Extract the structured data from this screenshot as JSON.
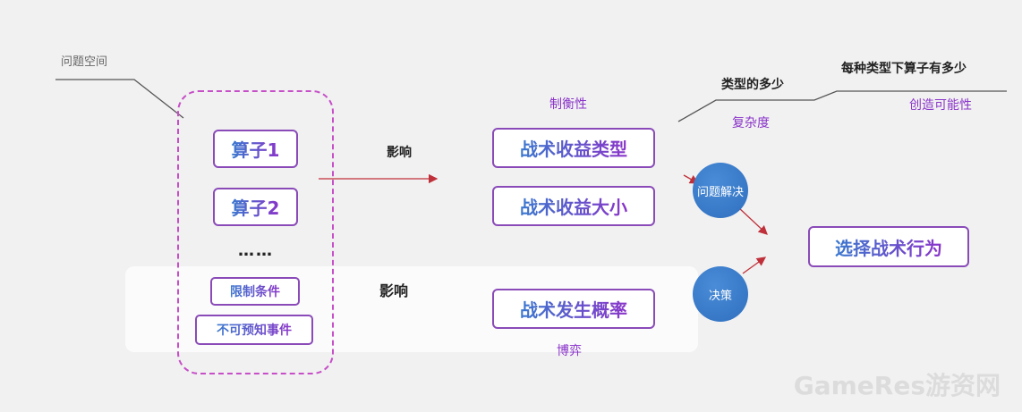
{
  "labels": {
    "problem_space": "问题空间",
    "influence_1": "影响",
    "influence_2": "影响",
    "balance": "制衡性",
    "game_theory": "博弈",
    "type_count": "类型的多少",
    "complexity": "复杂度",
    "operators_per_type": "每种类型下算子有多少",
    "possibility": "创造可能性"
  },
  "group": {
    "operator_1": "算子1",
    "operator_2": "算子2",
    "ellipsis": "……",
    "constraints": "限制条件",
    "unpredictable_events": "不可预知事件"
  },
  "tactics": {
    "gain_type": "战术收益类型",
    "gain_size": "战术收益大小",
    "probability": "战术发生概率"
  },
  "circles": {
    "problem_solving": "问题解决",
    "decision": "决策"
  },
  "result": {
    "choose_action": "选择战术行为"
  },
  "watermark": "GameRes游资网",
  "colors": {
    "node_border": "#8a4bb8",
    "dashed_border": "#c64fc8",
    "text_gradient_start": "#3a78cf",
    "text_gradient_end": "#8a34c9",
    "arrow": "#c0303a",
    "circle_fill": "#3a7cc8",
    "purple_label": "#8a34c9"
  }
}
